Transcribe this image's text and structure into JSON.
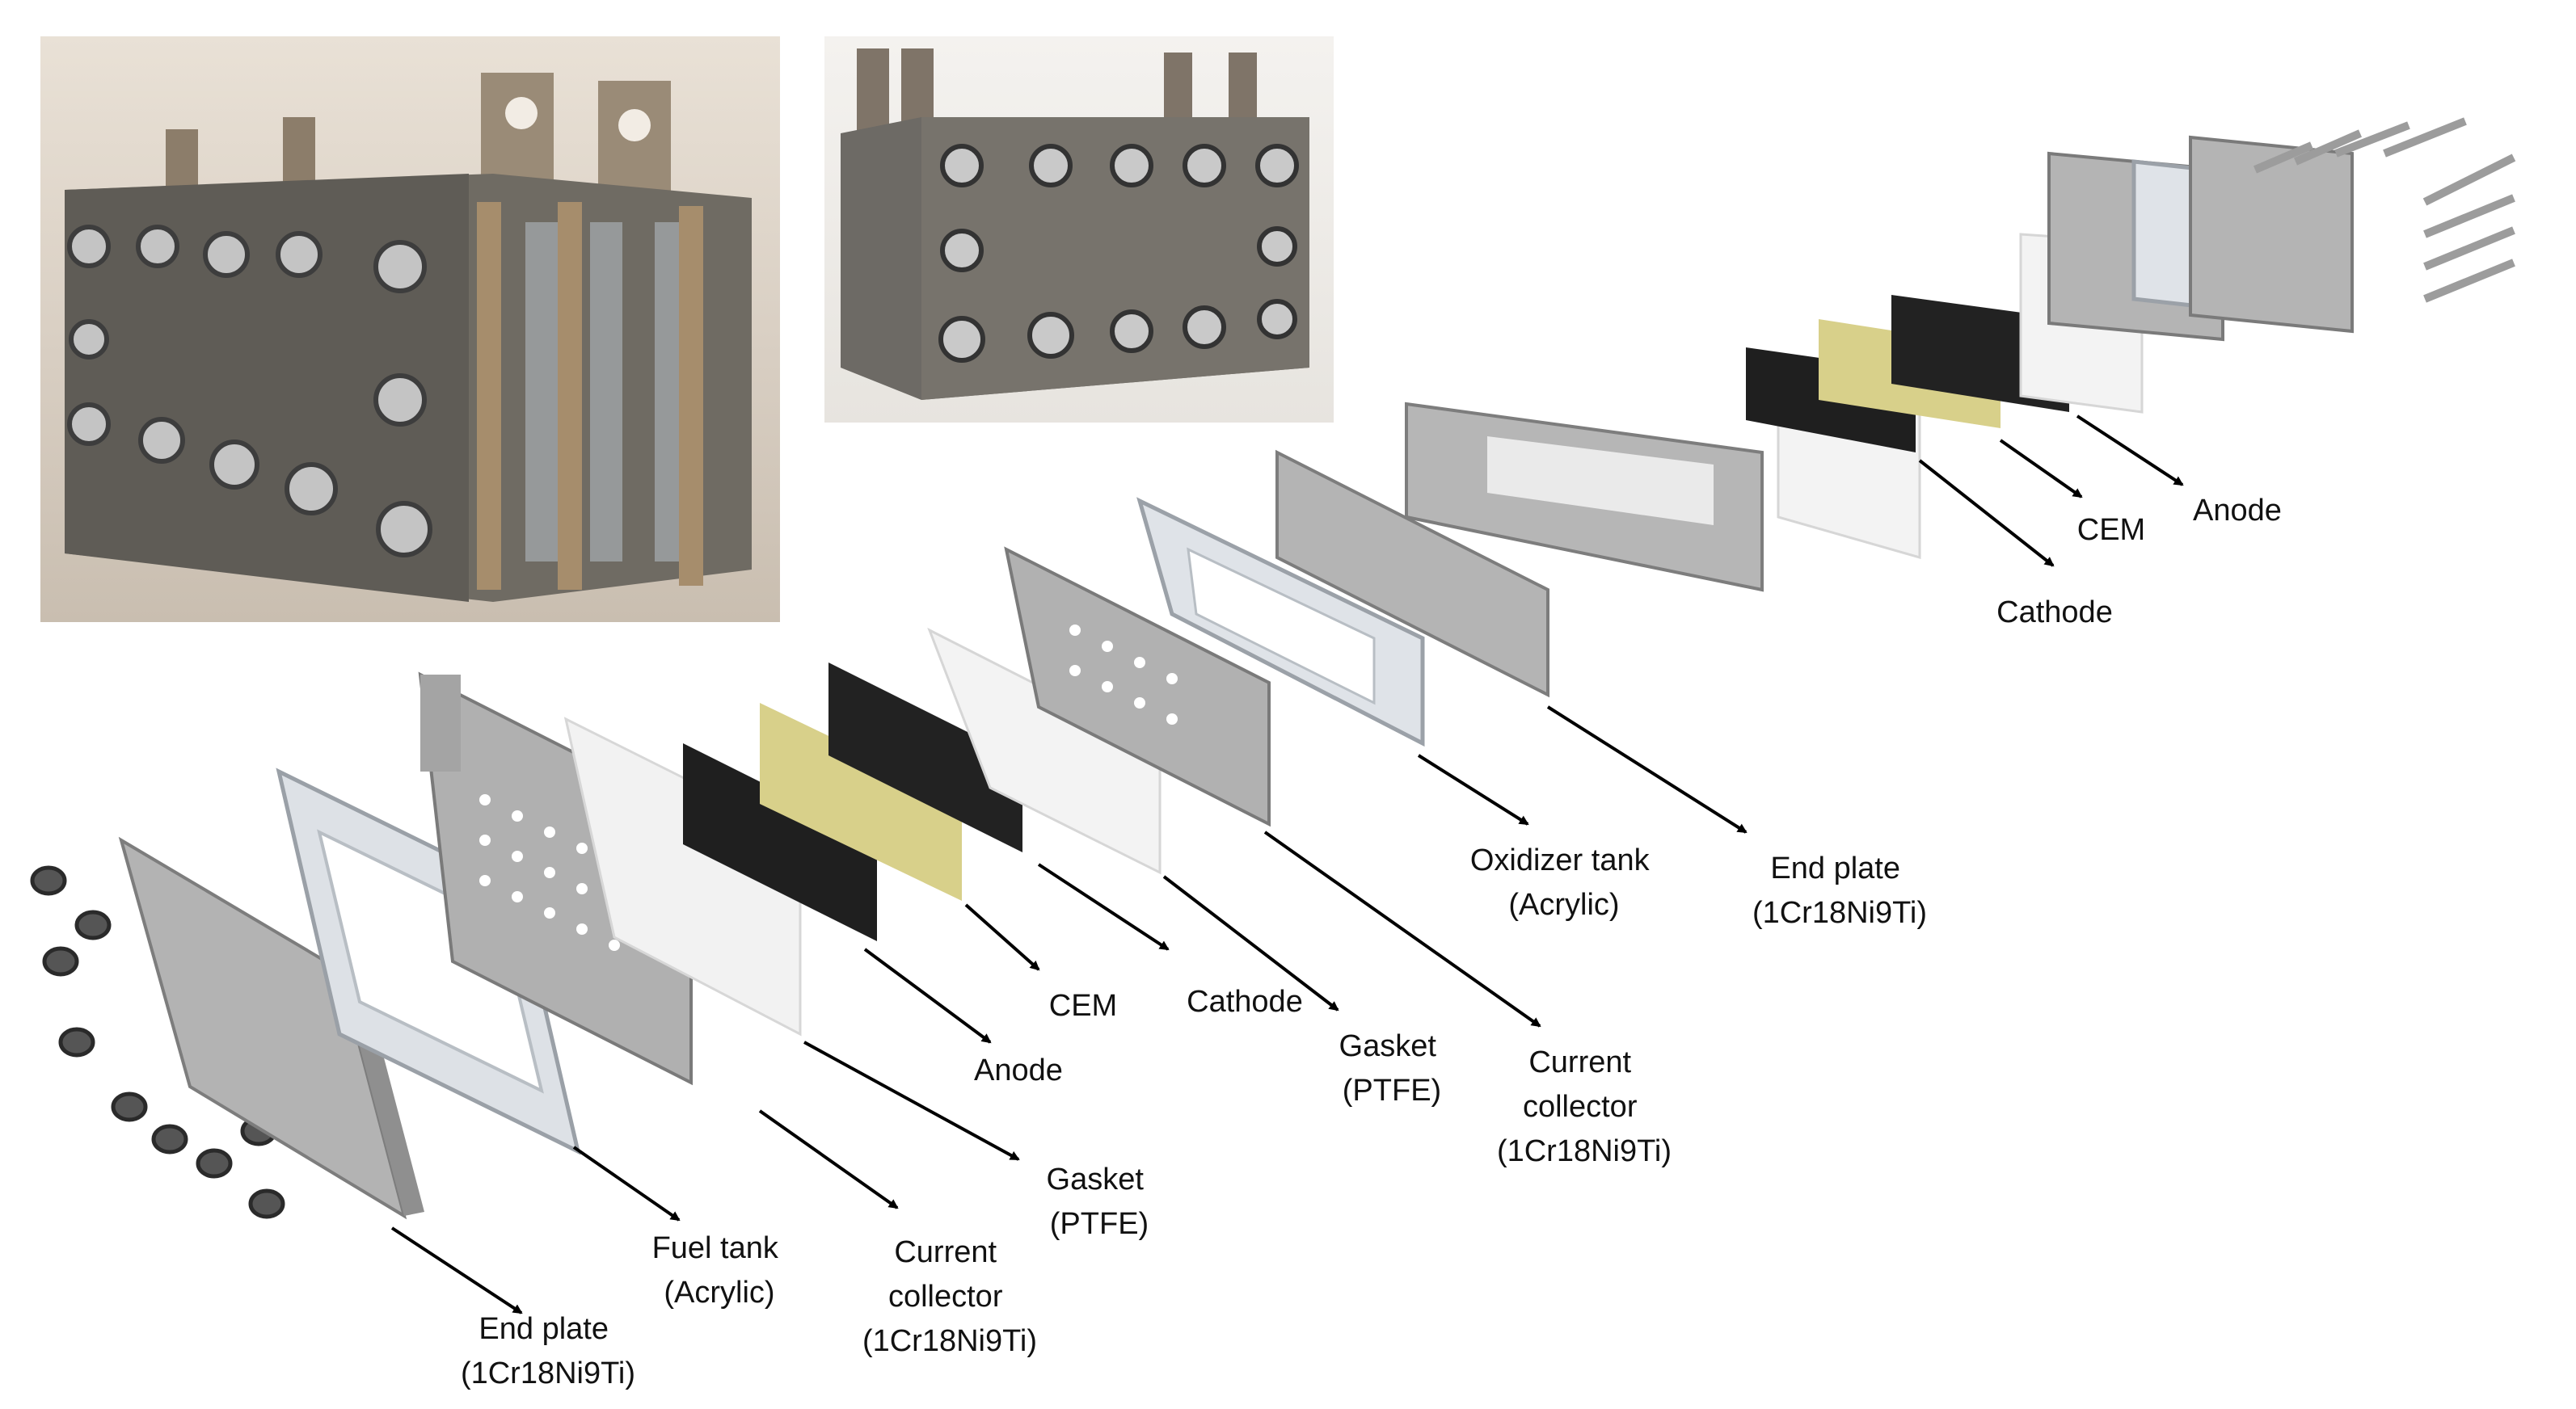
{
  "figure": {
    "labels": {
      "end_plate_front": [
        "End plate",
        "(1Cr18Ni9Ti)"
      ],
      "fuel_tank": [
        "Fuel tank",
        "(Acrylic)"
      ],
      "current_collector_front": [
        "Current",
        "collector",
        "(1Cr18Ni9Ti)"
      ],
      "gasket_front": [
        "Gasket",
        "(PTFE)"
      ],
      "anode_front": [
        "Anode"
      ],
      "cem_front": [
        "CEM"
      ],
      "cathode_front": [
        "Cathode"
      ],
      "gasket_mid": [
        "Gasket",
        "(PTFE)"
      ],
      "current_collector_mid": [
        "Current",
        "collector",
        "(1Cr18Ni9Ti)"
      ],
      "oxidizer_tank": [
        "Oxidizer tank",
        "(Acrylic)"
      ],
      "end_plate_mid": [
        "End plate",
        "(1Cr18Ni9Ti)"
      ],
      "cathode_back": [
        "Cathode"
      ],
      "cem_back": [
        "CEM"
      ],
      "anode_back": [
        "Anode"
      ]
    },
    "colors": {
      "steel": "#a9a9a9",
      "steel_dark": "#7d7d7d",
      "acrylic": "#d9dde2",
      "membrane_black": "#1e1e1e",
      "cathode_yellow": "#d8d08a",
      "gasket_white": "#f4f4f4"
    }
  }
}
